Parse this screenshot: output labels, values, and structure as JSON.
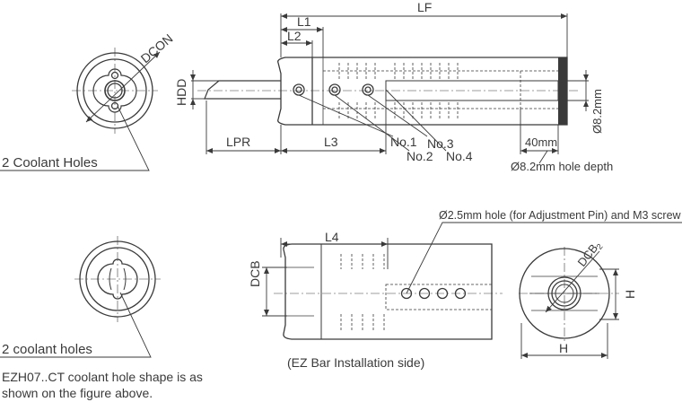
{
  "labels": {
    "lf": "LF",
    "l1": "L1",
    "l2": "L2",
    "dcon": "DCON",
    "hdd": "HDD",
    "lpr": "LPR",
    "l3": "L3",
    "no1": "No.1",
    "no2": "No.2",
    "no3": "No.3",
    "no4": "No.4",
    "dim_40mm": "40mm",
    "dia_82mm_v": "Ø8.2mm",
    "hole_depth": "Ø8.2mm hole depth",
    "coolant_holes_top": "2 Coolant Holes",
    "pin_hole": "Ø2.5mm hole (for Adjustment Pin) and M3 screw",
    "l4": "L4",
    "dcb": "DCB",
    "dcb2": "DCB",
    "dcb2_sub": "2",
    "h_vert": "H",
    "h_horiz": "H",
    "coolant_holes_bottom": "2 coolant holes",
    "note_line1": "EZH07..CT coolant hole shape is as",
    "note_line2": "shown on the figure above.",
    "ez_bar_side": "(EZ Bar Installation side)"
  },
  "colors": {
    "line": "#3a3a3a",
    "hidden": "#555555",
    "text": "#3a3a3a",
    "background": "#ffffff"
  }
}
